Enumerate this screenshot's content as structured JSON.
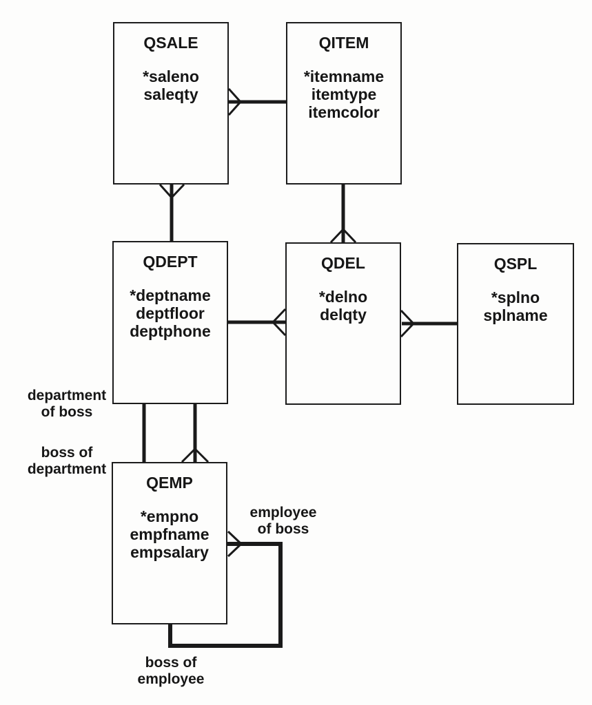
{
  "diagram": {
    "kind": "entity-relationship-diagram",
    "notation": "crows-foot",
    "background_color": "#fdfdfc",
    "line_color": "#1a1a1a",
    "text_color": "#161616"
  },
  "entities": {
    "qsale": {
      "title": "QSALE",
      "attributes": [
        "*saleno",
        "saleqty"
      ]
    },
    "qitem": {
      "title": "QITEM",
      "attributes": [
        "*itemname",
        "itemtype",
        "itemcolor"
      ]
    },
    "qdept": {
      "title": "QDEPT",
      "attributes": [
        "*deptname",
        "deptfloor",
        "deptphone"
      ]
    },
    "qdel": {
      "title": "QDEL",
      "attributes": [
        "*delno",
        "delqty"
      ]
    },
    "qspl": {
      "title": "QSPL",
      "attributes": [
        "*splno",
        "splname"
      ]
    },
    "qemp": {
      "title": "QEMP",
      "attributes": [
        "*empno",
        "empfname",
        "empsalary"
      ]
    }
  },
  "relationship_labels": {
    "department_of_boss": "department\nof boss",
    "boss_of_department": "boss of\ndepartment",
    "employee_of_boss": "employee\nof boss",
    "boss_of_employee": "boss of\nemployee"
  },
  "relationships": [
    {
      "between": [
        "QITEM",
        "QSALE"
      ],
      "many_end": "QSALE"
    },
    {
      "between": [
        "QDEPT",
        "QSALE"
      ],
      "many_end": "QSALE"
    },
    {
      "between": [
        "QITEM",
        "QDEL"
      ],
      "many_end": "QDEL"
    },
    {
      "between": [
        "QDEPT",
        "QDEL"
      ],
      "many_end": "QDEL"
    },
    {
      "between": [
        "QSPL",
        "QDEL"
      ],
      "many_end": "QDEL"
    },
    {
      "between": [
        "QDEPT",
        "QEMP"
      ],
      "many_end": "none",
      "role_at_qdept_end": "department of boss",
      "role_at_qemp_end": "boss of department"
    },
    {
      "between": [
        "QDEPT",
        "QEMP"
      ],
      "many_end": "QEMP"
    },
    {
      "between": [
        "QEMP",
        "QEMP"
      ],
      "many_end": "QEMP",
      "role_at_many_end": "employee of boss",
      "role_at_one_end": "boss of employee"
    }
  ]
}
